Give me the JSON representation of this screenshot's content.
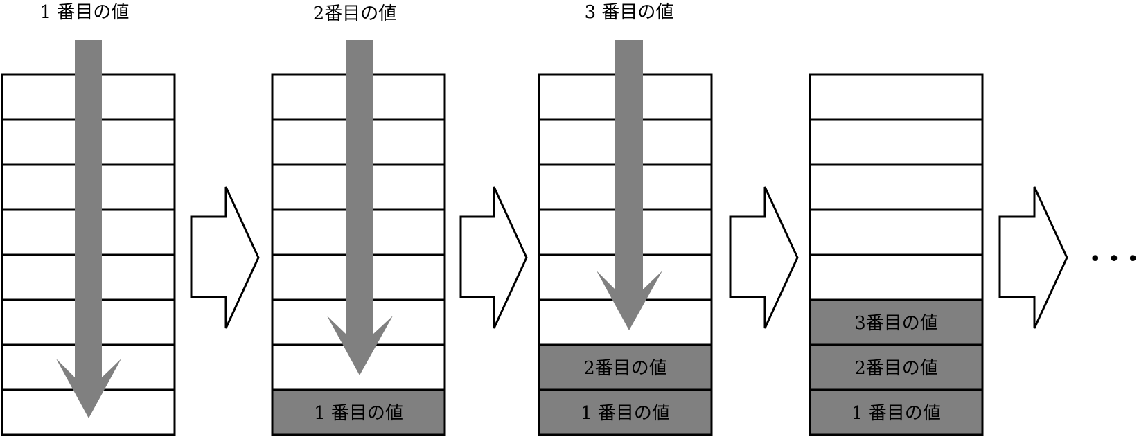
{
  "titles": [
    "1 番目の値",
    "2番目の値",
    "3 番目の値"
  ],
  "stacks": [
    {
      "filled": []
    },
    {
      "filled": [
        "1 番目の値"
      ]
    },
    {
      "filled": [
        "1 番目の値",
        "2番目の値"
      ]
    },
    {
      "filled": [
        "1 番目の値",
        "2番目の値",
        "3番目の値"
      ]
    }
  ],
  "ellipsis": "• • •",
  "colors": {
    "fill": "#808080",
    "stroke": "#000000",
    "arrow": "#808080"
  }
}
